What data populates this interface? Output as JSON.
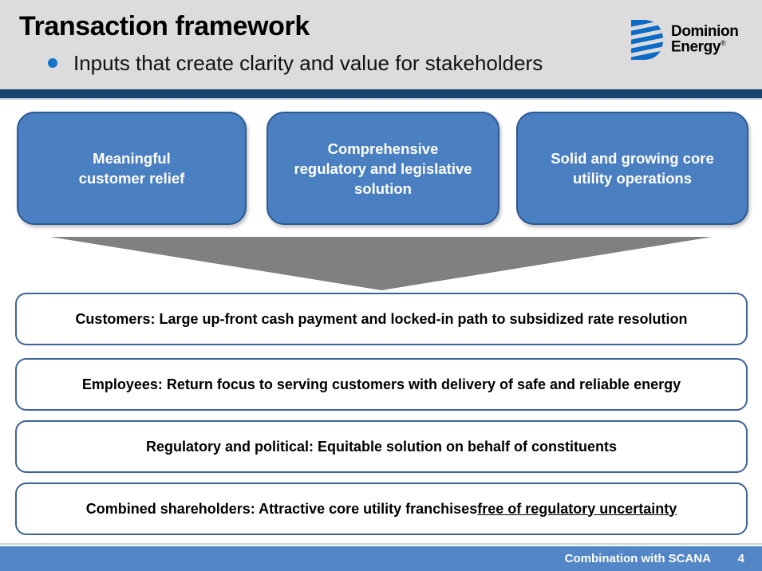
{
  "header": {
    "title": "Transaction framework",
    "bullet_icon": "bullet-dot-icon",
    "subtitle": "Inputs that create clarity and value for stakeholders",
    "background_color": "#dcdcdc",
    "rule_color": "#1b4571",
    "bullet_color": "#1675c8"
  },
  "logo": {
    "icon": "dominion-energy-shield-icon",
    "line1": "Dominion",
    "line2": "Energy",
    "registered_mark": "®",
    "mark_color": "#0b6bc6"
  },
  "inputs": {
    "box_fill": "#4a7fc1",
    "box_border": "#2c5994",
    "items": [
      {
        "label": "Meaningful\ncustomer relief"
      },
      {
        "label": "Comprehensive\nregulatory and legislative\nsolution"
      },
      {
        "label": "Solid and growing core\nutility operations"
      }
    ]
  },
  "arrow": {
    "icon": "down-arrow-triangle-icon",
    "color": "#808080"
  },
  "outcomes": {
    "border_color": "#3c6398",
    "items": [
      {
        "text": "Customers: Large up-front cash payment and locked-in path to subsidized rate resolution",
        "underlined": ""
      },
      {
        "text": "Employees: Return focus to serving customers with delivery of safe and reliable energy",
        "underlined": ""
      },
      {
        "text": "Regulatory and political: Equitable solution on behalf of constituents",
        "underlined": ""
      },
      {
        "text": "Combined shareholders: Attractive core utility franchises ",
        "underlined": "free of regulatory uncertainty"
      }
    ]
  },
  "footer": {
    "title": "Combination with SCANA",
    "page_number": "4",
    "background_color": "#5286c6"
  }
}
